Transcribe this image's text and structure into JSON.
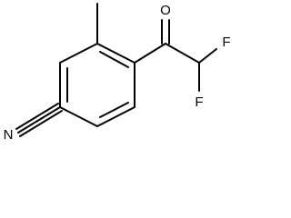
{
  "molecule": {
    "atoms": {
      "oxygen": "O",
      "fluorine_top": "F",
      "fluorine_bottom": "F",
      "nitrogen": "N"
    },
    "colors": {
      "bond": "#000000",
      "label": "#000000",
      "background": "#ffffff"
    }
  }
}
